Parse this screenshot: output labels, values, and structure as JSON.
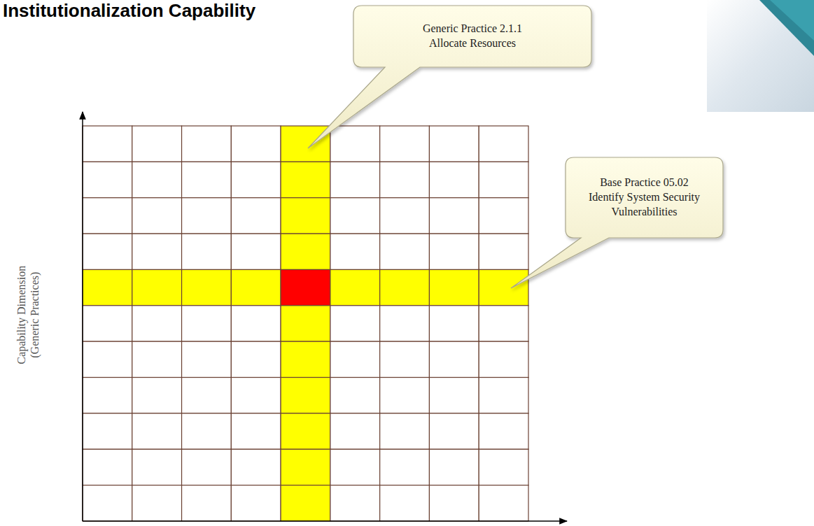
{
  "diagram": {
    "title": "Institutionalization Capability",
    "nodes": [
      {
        "text": [
          "Generic Practice 2.1.1 Allocate Resources"
        ]
      },
      {
        "text": [
          "Base Practice 05.02 Identify System Security Vulnerabilities"
        ]
      }
    ],
    "labels": [
      "Capability Dimension (Generic Practices)"
    ]
  }
}
